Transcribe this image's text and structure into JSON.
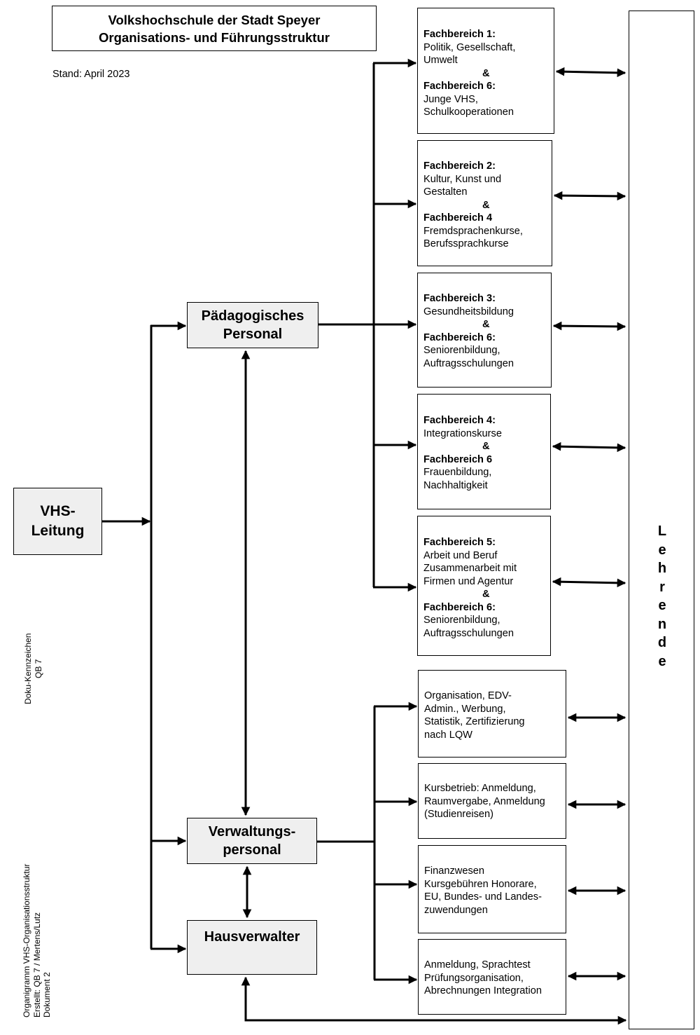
{
  "title": {
    "line1": "Volkshochschule der Stadt Speyer",
    "line2": "Organisations- und Führungsstruktur"
  },
  "stand": "Stand: April 2023",
  "leitung": {
    "line1": "VHS-",
    "line2": "Leitung"
  },
  "paedagogisch": {
    "line1": "Pädagogisches",
    "line2": "Personal"
  },
  "verwaltung": {
    "line1": "Verwaltungs-",
    "line2": "personal"
  },
  "hausverwalter": "Hausverwalter",
  "lehrende": [
    "L",
    "e",
    "h",
    "r",
    "e",
    "n",
    "d",
    "e"
  ],
  "fachbereiche": [
    [
      {
        "t": "Fachbereich 1:",
        "s": "b"
      },
      {
        "t": "Politik, Gesellschaft,",
        "s": ""
      },
      {
        "t": "Umwelt",
        "s": ""
      },
      {
        "t": "&",
        "s": "amp"
      },
      {
        "t": "Fachbereich 6:",
        "s": "b"
      },
      {
        "t": "Junge VHS,",
        "s": ""
      },
      {
        "t": "Schulkooperationen",
        "s": ""
      }
    ],
    [
      {
        "t": "Fachbereich 2:",
        "s": "b"
      },
      {
        "t": "Kultur, Kunst und",
        "s": ""
      },
      {
        "t": "Gestalten",
        "s": ""
      },
      {
        "t": "&",
        "s": "amp"
      },
      {
        "t": "Fachbereich 4",
        "s": "b"
      },
      {
        "t": "Fremdsprachenkurse,",
        "s": ""
      },
      {
        "t": "Berufssprachkurse",
        "s": ""
      }
    ],
    [
      {
        "t": "Fachbereich 3:",
        "s": "b"
      },
      {
        "t": "Gesundheitsbildung",
        "s": ""
      },
      {
        "t": "&",
        "s": "amp"
      },
      {
        "t": "Fachbereich 6:",
        "s": "b"
      },
      {
        "t": "Seniorenbildung,",
        "s": ""
      },
      {
        "t": "Auftragsschulungen",
        "s": ""
      }
    ],
    [
      {
        "t": "Fachbereich 4:",
        "s": "b"
      },
      {
        "t": "Integrationskurse",
        "s": ""
      },
      {
        "t": "&",
        "s": "amp"
      },
      {
        "t": "Fachbereich 6",
        "s": "b"
      },
      {
        "t": "Frauenbildung,",
        "s": ""
      },
      {
        "t": "Nachhaltigkeit",
        "s": ""
      }
    ],
    [
      {
        "t": "Fachbereich 5:",
        "s": "b"
      },
      {
        "t": "Arbeit und Beruf",
        "s": ""
      },
      {
        "t": "Zusammenarbeit mit",
        "s": ""
      },
      {
        "t": "Firmen und Agentur",
        "s": ""
      },
      {
        "t": "&",
        "s": "amp"
      },
      {
        "t": "Fachbereich 6:",
        "s": "b"
      },
      {
        "t": "Seniorenbildung,",
        "s": ""
      },
      {
        "t": "Auftragsschulungen",
        "s": ""
      }
    ]
  ],
  "verwaltungsbereiche": [
    [
      "Organisation, EDV-",
      "Admin., Werbung,",
      "Statistik, Zertifizierung",
      "nach LQW"
    ],
    [
      "Kursbetrieb: Anmeldung,",
      "Raumvergabe, Anmeldung",
      "(Studienreisen)"
    ],
    [
      "Finanzwesen",
      "Kursgebühren Honorare,",
      "EU, Bundes- und Landes-",
      "zuwendungen"
    ],
    [
      "Anmeldung, Sprachtest",
      "Prüfungsorganisation,",
      "Abrechnungen Integration"
    ]
  ],
  "doku": {
    "line1": "Doku-Kennzeichen",
    "line2": "QB 7"
  },
  "footer": {
    "line1": "Organigramm VHS-Organisationsstruktur",
    "line2": "Erstellt: QB 7 / Mertens/Lutz",
    "line3": "Dokument 2"
  }
}
